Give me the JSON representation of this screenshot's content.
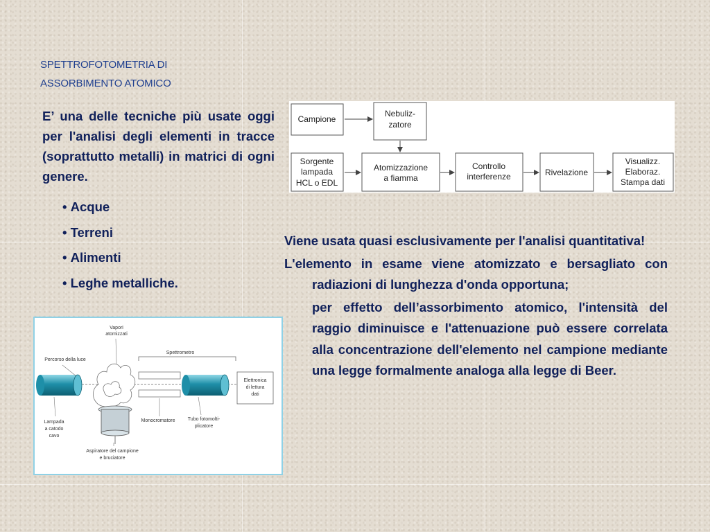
{
  "title": {
    "line1": "SPETTROFOTOMETRIA DI",
    "line2": "ASSORBIMENTO ATOMICO"
  },
  "intro": "E’ una delle tecniche più usate oggi per l'analisi degli elementi in tracce (soprattutto metalli) in matrici di ogni genere.",
  "bullets": [
    "Acque",
    "Terreni",
    "Alimenti",
    "Leghe metalliche."
  ],
  "flow_diagram": {
    "campione": "Campione",
    "nebulizzatore": [
      "Nebuliz-",
      "zatore"
    ],
    "sorgente": [
      "Sorgente",
      "lampada",
      "HCL o EDL"
    ],
    "atomizzazione": [
      "Atomizzazione",
      "a fiamma"
    ],
    "controllo": [
      "Controllo",
      "interferenze"
    ],
    "rivelazione": "Rivelazione",
    "visualizzazione": [
      "Visualizz.",
      "Elaboraz.",
      "Stampa dati"
    ]
  },
  "paragraphs": {
    "p1": "Viene usata quasi esclusivamente per l'analisi quantitativa!",
    "p2": "L'elemento in esame viene atomizzato e bersagliato con radiazioni di lunghezza d'onda opportuna;",
    "p3": "per effetto dell’assorbimento atomico, l'intensità del raggio diminuisce e l'attenuazione può essere correlata alla concentrazione dell'elemento nel campione mediante una legge formalmente analoga alla legge di Beer."
  },
  "apparatus_diagram": {
    "vapori": [
      "Vapori",
      "atomizzati"
    ],
    "percorso": "Percorso della luce",
    "spettrometro": "Spettrometro",
    "elettronica": [
      "Elettronica",
      "di lettura",
      "dati"
    ],
    "lampada": [
      "Lampada",
      "a catodo",
      "cavo"
    ],
    "monocromatore": "Monocromatore",
    "tubo": [
      "Tubo fotomolti-",
      "plicatore"
    ],
    "aspiratore": [
      "Aspiratore del campione",
      "e bruciatore"
    ]
  },
  "colors": {
    "title": "#1f3f8f",
    "text": "#10205a",
    "background": "#e4ddd2",
    "cylinder": "#1e8fa8",
    "frame": "#8fd1e6"
  }
}
